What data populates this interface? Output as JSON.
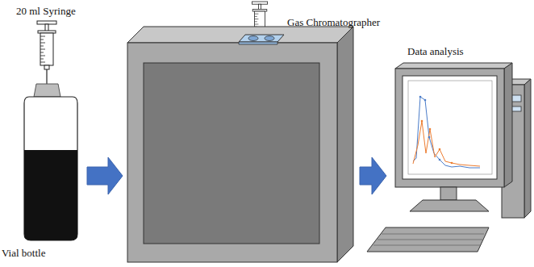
{
  "diagram": {
    "nodes": [
      {
        "text": [
          "Vial bottle"
        ]
      },
      {
        "text": [
          "Gas Chromatographer"
        ]
      },
      {
        "text": [
          "Data analysis"
        ]
      }
    ],
    "edges": [
      {
        "from": 0,
        "to": 1,
        "arrow": "to"
      },
      {
        "from": 1,
        "to": 2,
        "arrow": "to"
      }
    ],
    "labels": [
      "20 ml Syringe"
    ]
  }
}
